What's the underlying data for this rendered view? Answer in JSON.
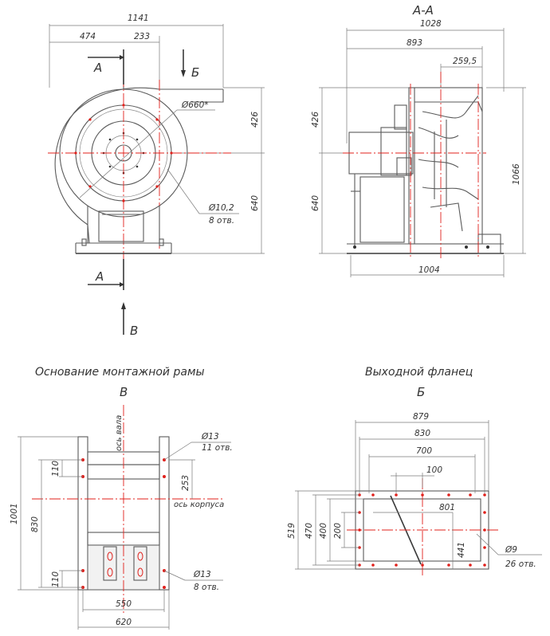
{
  "views": {
    "front": {
      "dims": {
        "overall_width": "1141",
        "left_offset": "474",
        "flange_offset": "233",
        "height_upper": "426",
        "height_lower": "640",
        "diameter": "Ø660*",
        "bolt_hole": "Ø10,2",
        "bolt_count": "8 отв."
      },
      "section_marks": {
        "cut_top": "А",
        "cut_bottom": "А",
        "view_b": "Б",
        "view_v": "В"
      }
    },
    "section_aa": {
      "title": "А-А",
      "dims": {
        "overall_width": "1028",
        "inner_width": "893",
        "shaft_offset": "259,5",
        "height_upper": "426",
        "height_lower": "640",
        "total_height": "1066",
        "base_width": "1004"
      }
    },
    "base_frame": {
      "caption": "Основание монтажной рамы",
      "letter": "В",
      "shaft_axis_label": "ось вала",
      "body_axis_label": "ось корпуса",
      "dims": {
        "total_height": "1001",
        "hole_span": "830",
        "top_pitch": "110",
        "bottom_pitch": "110",
        "axis_offset": "253",
        "inner_width": "550",
        "outer_width": "620",
        "top_holes": "Ø13",
        "top_holes_count": "11 отв.",
        "bottom_holes": "Ø13",
        "bottom_holes_count": "8 отв."
      }
    },
    "outlet_flange": {
      "caption": "Выходной фланец",
      "letter": "Б",
      "dims": {
        "outer_width": "879",
        "hole_span_w": "830",
        "inner_w": "700",
        "pitch_w": "100",
        "inner_h_span": "801",
        "outer_height": "519",
        "hole_span_h": "470",
        "inner_height": "400",
        "pitch_h": "200",
        "opening_h": "441",
        "holes": "Ø9",
        "holes_count": "26 отв."
      }
    }
  }
}
